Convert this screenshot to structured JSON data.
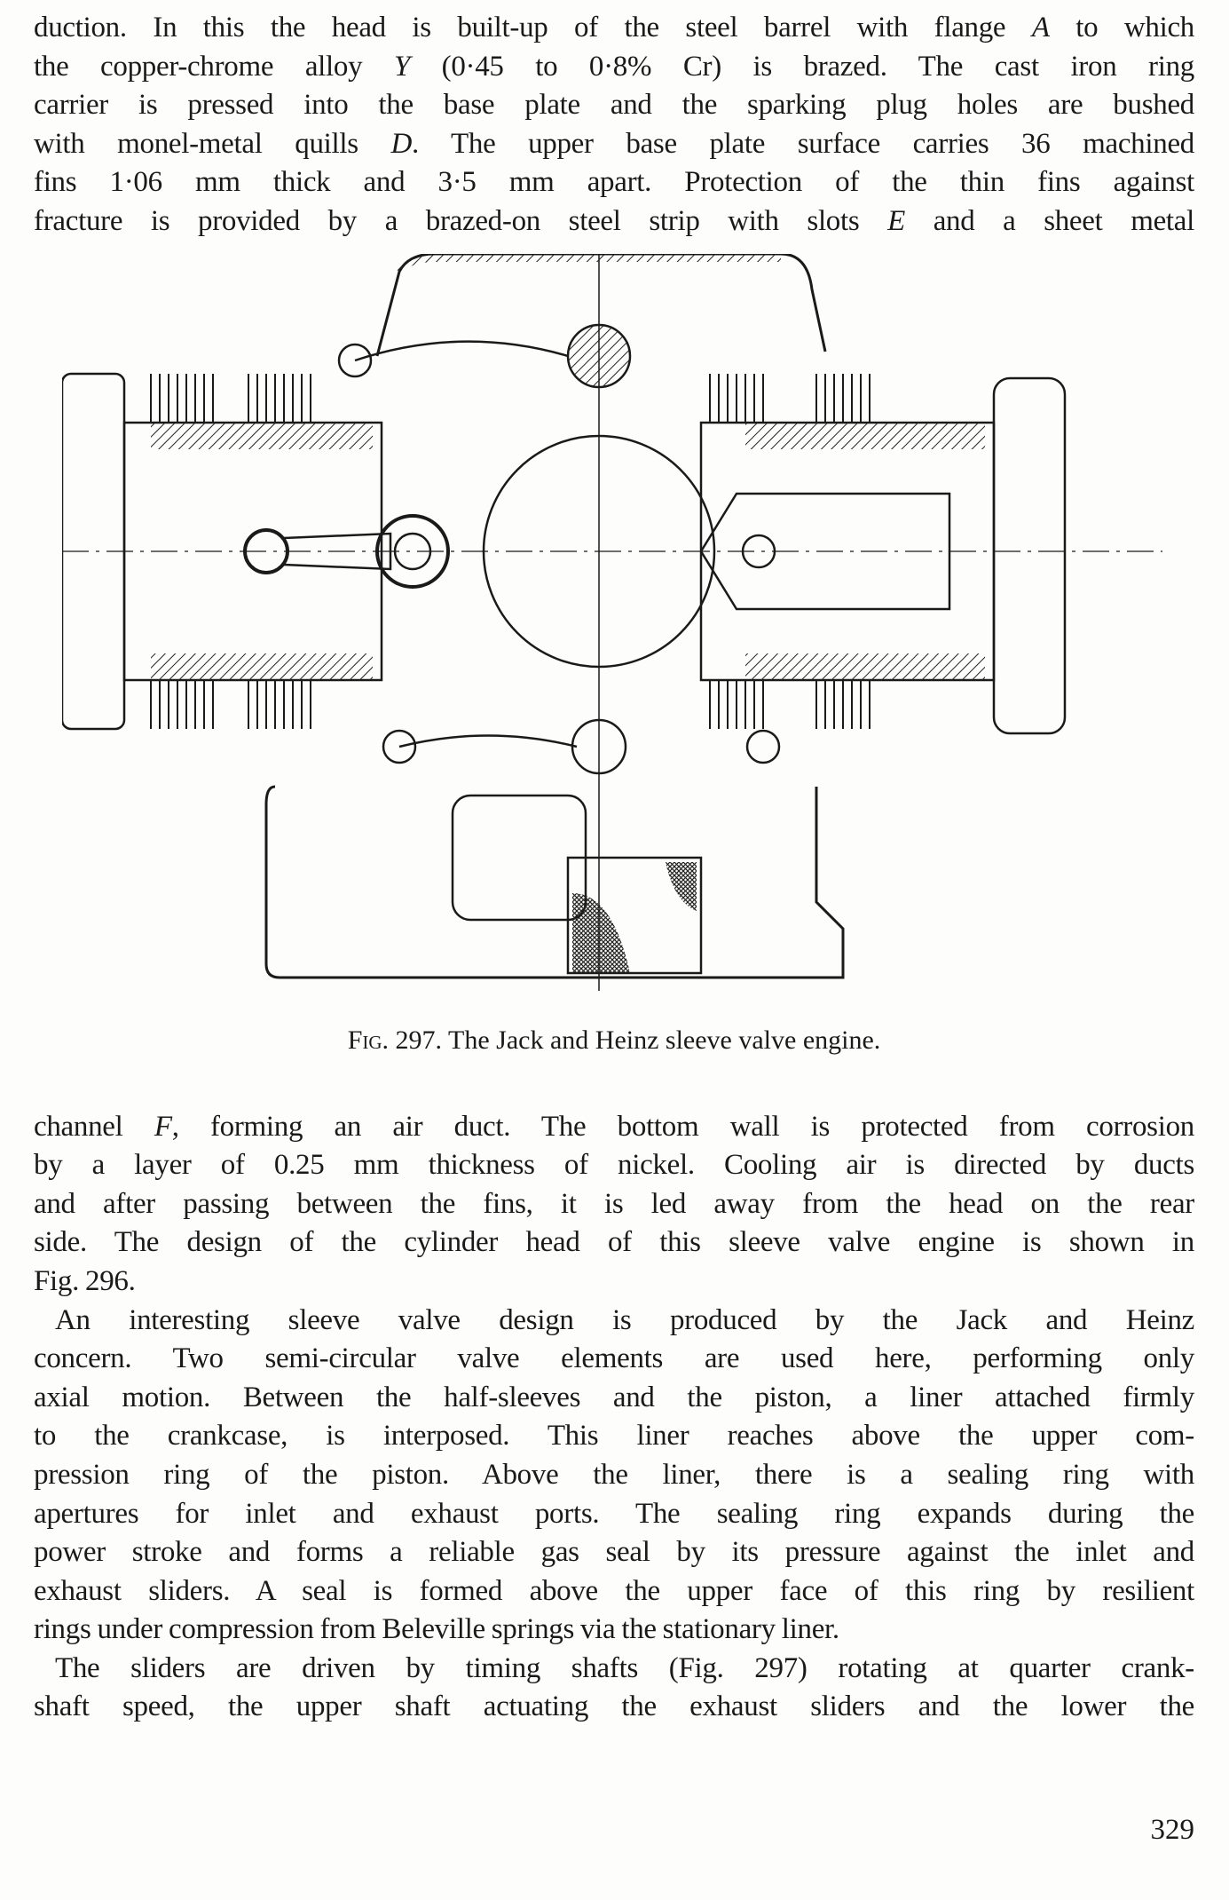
{
  "page": {
    "number": "329",
    "paragraph_top_lines": [
      [
        "duction. In this the head is built-up of the steel barrel with flange ",
        "A",
        " to which"
      ],
      [
        "the copper-chrome alloy ",
        "Y",
        " (0·45 to 0·8% Cr) is brazed. The cast iron ring"
      ],
      [
        "carrier is pressed into the base plate and the sparking plug holes are bushed",
        "",
        ""
      ],
      [
        "with monel-metal quills ",
        "D",
        ". The upper base plate surface carries 36 machined"
      ],
      [
        "fins 1·06 mm thick and 3·5 mm apart. Protection of the thin fins against",
        "",
        ""
      ],
      [
        "fracture is provided by a brazed-on steel strip with slots ",
        "E",
        " and a sheet metal"
      ]
    ],
    "figure": {
      "caption_prefix": "Fig.",
      "caption_number": "297.",
      "caption_text": "The Jack and Heinz sleeve valve engine."
    },
    "paragraph_continued_lines": [
      [
        "channel ",
        "F",
        ", forming an air duct. The bottom wall is protected from corrosion"
      ],
      [
        "by a layer of 0.25 mm thickness of nickel. Cooling air is directed by ducts",
        "",
        ""
      ],
      [
        "and after passing between the fins, it is led away from the head on the rear",
        "",
        ""
      ],
      [
        "side. The design of the cylinder head of this sleeve valve engine is shown in",
        "",
        ""
      ],
      [
        "Fig. 296.",
        "",
        ""
      ]
    ],
    "paragraph_jack_heinz_lines": [
      "An interesting sleeve valve design is produced by the Jack and Heinz",
      "concern. Two semi-circular valve elements are used here, performing only",
      "axial motion. Between the half-sleeves and the piston, a liner attached firmly",
      "to the crankcase, is interposed. This liner reaches above the upper com-",
      "pression ring of the piston. Above the liner, there is a sealing ring with",
      "apertures for inlet and exhaust ports. The sealing ring expands during the",
      "power stroke and forms a reliable gas seal by its pressure against the inlet and",
      "exhaust sliders. A seal is formed above the upper face of this ring by resilient",
      "rings under compression from Beleville springs via the stationary liner."
    ],
    "paragraph_sliders_lines": [
      "The sliders are driven by timing shafts (Fig. 297) rotating at quarter crank-",
      "shaft speed, the upper shaft actuating the exhaust sliders and the lower the"
    ]
  }
}
